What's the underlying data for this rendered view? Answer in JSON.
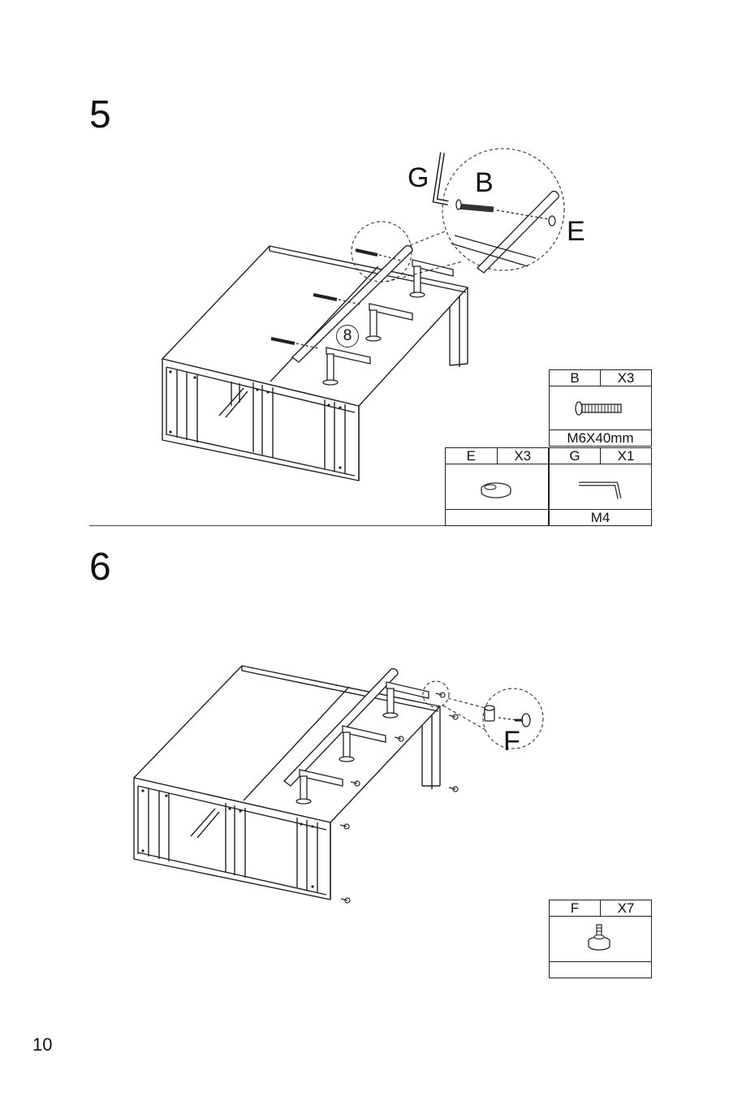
{
  "page_number": "10",
  "step5": {
    "number": "5",
    "callouts": {
      "g": "G",
      "b": "B",
      "e": "E",
      "part_number": "8"
    },
    "parts": {
      "b": {
        "letter": "B",
        "qty": "X3",
        "spec": "M6X40mm",
        "icon": "bolt-icon"
      },
      "e": {
        "letter": "E",
        "qty": "X3",
        "spec": "",
        "icon": "washer-icon"
      },
      "g": {
        "letter": "G",
        "qty": "X1",
        "spec": "M4",
        "icon": "allen-key-icon"
      }
    }
  },
  "step6": {
    "number": "6",
    "callouts": {
      "f": "F"
    },
    "parts": {
      "f": {
        "letter": "F",
        "qty": "X7",
        "spec": "",
        "icon": "leveling-foot-icon"
      }
    }
  }
}
